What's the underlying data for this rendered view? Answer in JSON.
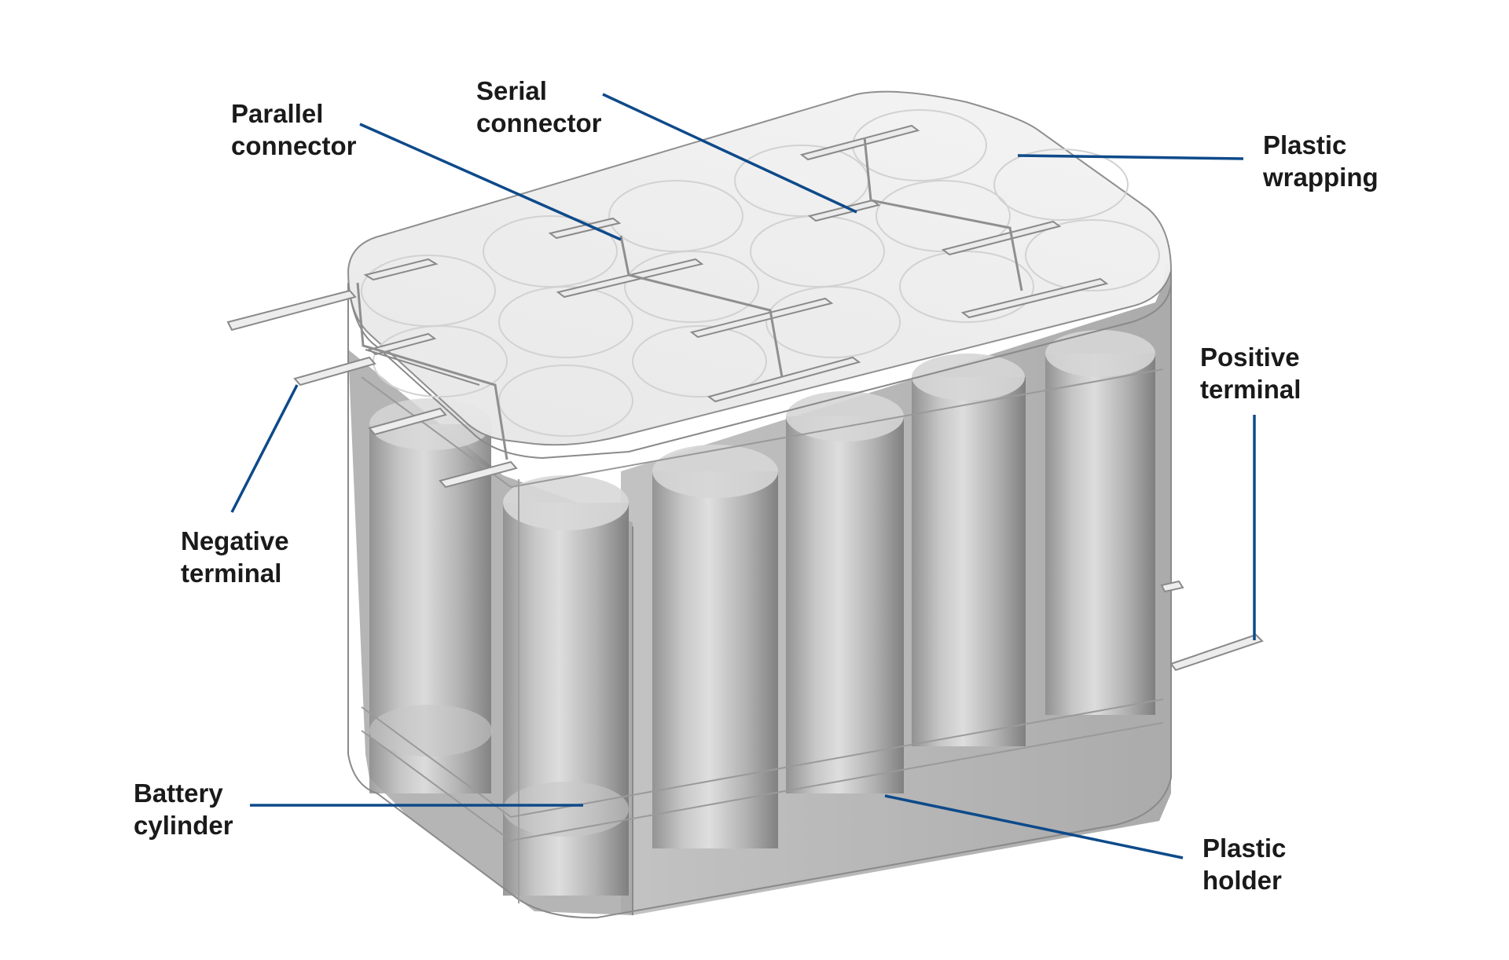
{
  "labels": {
    "parallel_connector": [
      "Parallel",
      "connector"
    ],
    "serial_connector": [
      "Serial",
      "connector"
    ],
    "plastic_wrapping": [
      "Plastic",
      "wrapping"
    ],
    "positive_terminal": [
      "Positive",
      "terminal"
    ],
    "negative_terminal": [
      "Negative",
      "terminal"
    ],
    "battery_cylinder": [
      "Battery",
      "cylinder"
    ],
    "plastic_holder": [
      "Plastic",
      "holder"
    ]
  },
  "colors": {
    "leader_line": "#0d4a8a",
    "label_text": "#1a1a1a",
    "background": "#ffffff"
  }
}
